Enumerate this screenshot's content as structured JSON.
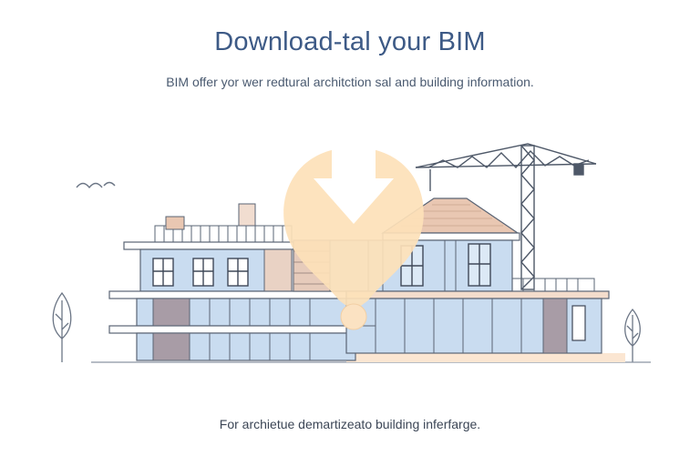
{
  "header": {
    "title": "Download-tal your BIM",
    "subtitle": "BIM offer yor wer redtural architction sal and building information."
  },
  "footer": {
    "caption": "For archietue demartizeato building inferfarge."
  },
  "illustration": {
    "icon": "download-pin-icon",
    "colors": {
      "pin": "#fde1b8",
      "glass": "#c9dcf0",
      "frame": "#5a6474",
      "roof": "#e9c7b2",
      "wall_accent": "#a89ca6",
      "title": "#3d5a86"
    }
  }
}
